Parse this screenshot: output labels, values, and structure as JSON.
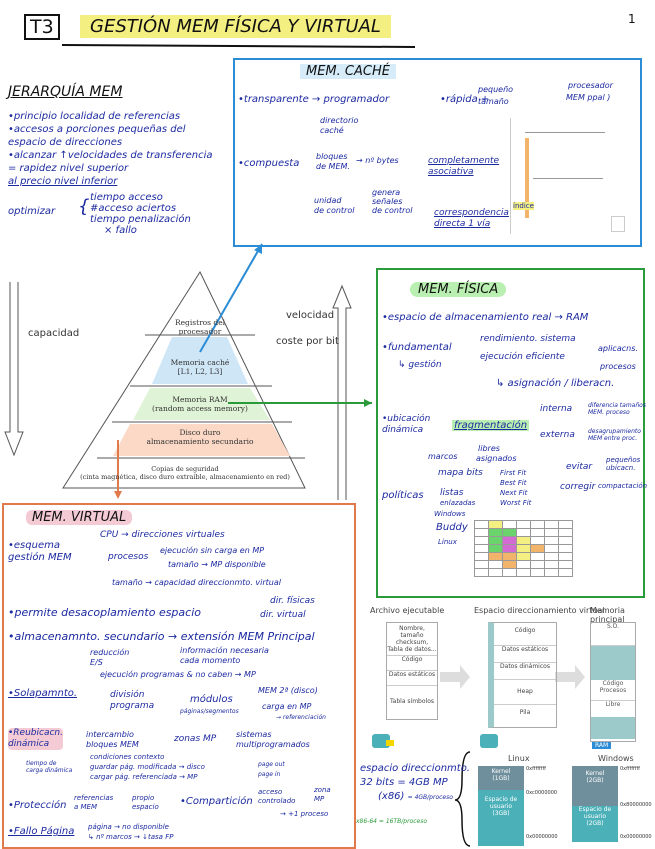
{
  "page_number": "1",
  "header": {
    "tag": "T3",
    "title": "GESTIÓN  MEM FÍSICA Y VIRTUAL"
  },
  "jerarquia": {
    "title": "JERARQUÍA MEM",
    "lines": [
      "•principio localidad de referencias",
      "•accesos a porciones pequeñas del",
      "  espacio de direcciones",
      "•alcanzar ↑velocidades de transferencia",
      "= rapidez nivel superior",
      "al precio nivel inferior"
    ],
    "optimizar": "optimizar",
    "opt_items": [
      "tiempo acceso",
      "#acceso aciertos",
      "tiempo penalización",
      "× fallo"
    ]
  },
  "pyramid": {
    "levels": [
      "Registros del",
      "procesador",
      "Memoria caché",
      "[L1, L2, L3]",
      "Memoria RAM",
      "(random access memory)",
      "Disco duro",
      "almacenamiento secundario",
      "Copias de seguridad",
      "(cinta magnética, disco duro extraíble, almacenamiento en red)"
    ],
    "capacidad": "capacidad",
    "velocidad": "velocidad",
    "coste": "coste por bit"
  },
  "cache": {
    "title": "MEM. CACHÉ",
    "transparente": "•transparente → programador",
    "rapida": "•rápida +",
    "pequeno": "pequeño",
    "tamano": "tamaño",
    "procesador": "procesador",
    "mem_ppal": "MEM ppal )",
    "compuesta": "•compuesta",
    "dir_cache": "directorio",
    "dir_cache2": "caché",
    "bloques": "bloques",
    "bloques2": "de MEM.",
    "nbytes": "→ nº bytes",
    "unidad": "unidad",
    "unidad2": "de control",
    "genera": "genera",
    "genera2": "señales",
    "genera3": "de control",
    "complet": "completamente",
    "complet2": "asociativa",
    "corresp": "correspondencia",
    "corresp2": "directa 1 vía",
    "indice": "índice"
  },
  "fisica": {
    "title": "MEM. FÍSICA",
    "line1": "•espacio de almacenamiento real → RAM",
    "fundamental": "•fundamental",
    "rend": "rendimiento. sistema",
    "gestion": "↳ gestión",
    "ejec": "ejecución eficiente",
    "aplic": "aplicacns.",
    "proc": "procesos",
    "asign": "↳ asignación / liberacn.",
    "ubic": "•ubicación",
    "ubic2": "dinámica",
    "frag": "fragmentación",
    "interna": "interna",
    "interna_n": "diferencia tamaños",
    "interna_n2": "MEM. proceso",
    "externa": "externa",
    "externa_n": "desagrupamiento",
    "externa_n2": "MEM entre proc.",
    "libres": "libres",
    "asignados": "asignados",
    "marcos": "marcos",
    "evitar": "evitar",
    "peq": "pequeños",
    "peq2": "ubicacn.",
    "corregir": "corregir",
    "compact": "compactación",
    "politicas": "políticas",
    "mapabits": "mapa bits",
    "listas": "listas",
    "listas2": "enlazadas",
    "windows": "Windows",
    "buddy": "Buddy",
    "linux": "Linux",
    "fits": [
      "First Fit",
      "Best Fit",
      "Next Fit",
      "Worst Fit"
    ]
  },
  "virtual": {
    "title": "MEM. VIRTUAL",
    "esquema": "•esquema",
    "gestion": "gestión MEM",
    "cpu": "CPU → direcciones virtuales",
    "procesos": "procesos",
    "ejec_sin": "ejecución sin carga en MP",
    "tamano": "tamaño → MP disponible",
    "tam2": "tamaño → capacidad direccionmto. virtual",
    "permite": "•permite desacoplamiento espacio",
    "dir_fis": "dir. físicas",
    "dir_vir": "dir. virtual",
    "almac": "•almacenamnto. secundario → extensión MEM Principal",
    "reduc": "reducción",
    "es": "E/S",
    "info": "información necesaria",
    "cada": "cada momento",
    "solap": "•Solapamnto.",
    "ejec": "ejecución programas & no caben → MP",
    "division": "división",
    "programa": "programa",
    "modulos": "módulos",
    "pag": "páginas/segmentos",
    "mem2": "MEM 2ª (disco)",
    "cargaMP": "carga en MP",
    "ref": "→ referenciación",
    "reubic": "•Reubicacn.",
    "reubic2": "dinámica",
    "interc": "intercambio",
    "interc2": "bloques MEM",
    "zonas": "zonas MP",
    "sist": "sistemas",
    "sist2": "multiprogramados",
    "tcarga": "tiempo de",
    "tcarga2": "carga dinámica",
    "cond": "condiciones contexto",
    "guardar": "guardar pág. modificada → disco",
    "cargar": "cargar pág. referenciada → MP",
    "pout": "page out",
    "pin": "page in",
    "protec": "•Protección",
    "refs": "referencias",
    "amem": "a MEM",
    "propio": "propio",
    "espacio": "espacio",
    "compart": "•Compartición",
    "acceso": "acceso",
    "controlado": "controlado",
    "zona": "zona",
    "mp": "MP",
    "masproc": "→ +1 proceso",
    "fallo": "•Fallo Página",
    "pagina": "página → no disponible",
    "nmarcos": "↳ nº marcos → ↓tasa FP"
  },
  "diagram": {
    "col1": "Archivo ejecutable",
    "col2": "Espacio direccionamiento virtual",
    "col3": "Memoria principal",
    "exe": [
      "Nombre, tamaño",
      "checksum,",
      "Tabla de datos...",
      "Código",
      "Datos estáticos",
      "Tabla símbolos"
    ],
    "virt": [
      "Código",
      "Datos estáticos",
      "Datos dinámicos",
      "Heap",
      "Pila"
    ],
    "mp": [
      "S.O.",
      "Código",
      "Procesos",
      "Libre"
    ],
    "ram": "RAM"
  },
  "espacio": {
    "line1": "espacio direccionmto.",
    "line2": "32 bits = 4GB MP",
    "line3": "(x86)",
    "note": "= 4GB/proceso",
    "note2": "x86-64 = 16TB/proceso",
    "linux": "Linux",
    "windows": "Windows",
    "l_kernel": "Kernel",
    "l_kernel2": "(1GB)",
    "l_user": "Espacio de",
    "l_user2": "usuario",
    "l_user3": "(3GB)",
    "w_kernel": "Kernel",
    "w_kernel2": "(2GB)",
    "w_user": "Espacio de",
    "w_user2": "usuario",
    "w_user3": "(2GB)",
    "addr1": "0xffffffff",
    "addr2": "0xc0000000",
    "addr3": "0x00000000",
    "addr4": "0xffffffff",
    "addr5": "0x80000000",
    "addr6": "0x00000000"
  }
}
